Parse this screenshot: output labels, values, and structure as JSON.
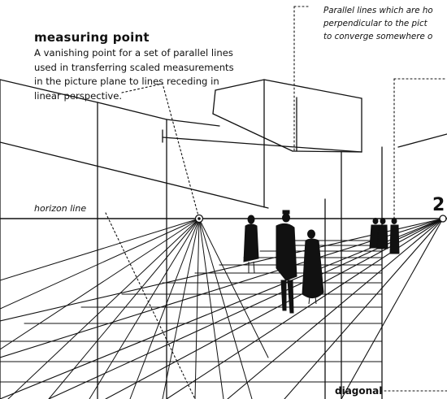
{
  "measuring_point": {
    "term": "measuring point",
    "definition_lines": [
      "A vanishing point for a set of parallel lines",
      "used in transferring scaled measurements",
      "in the picture plane to lines receding in",
      "linear perspective."
    ]
  },
  "top_note_lines": [
    "Parallel lines which are ho",
    "perpendicular to the pict",
    "to converge somewhere o"
  ],
  "horizon_label": "horizon line",
  "number_label": "2",
  "diagonal_label": "diagonal"
}
